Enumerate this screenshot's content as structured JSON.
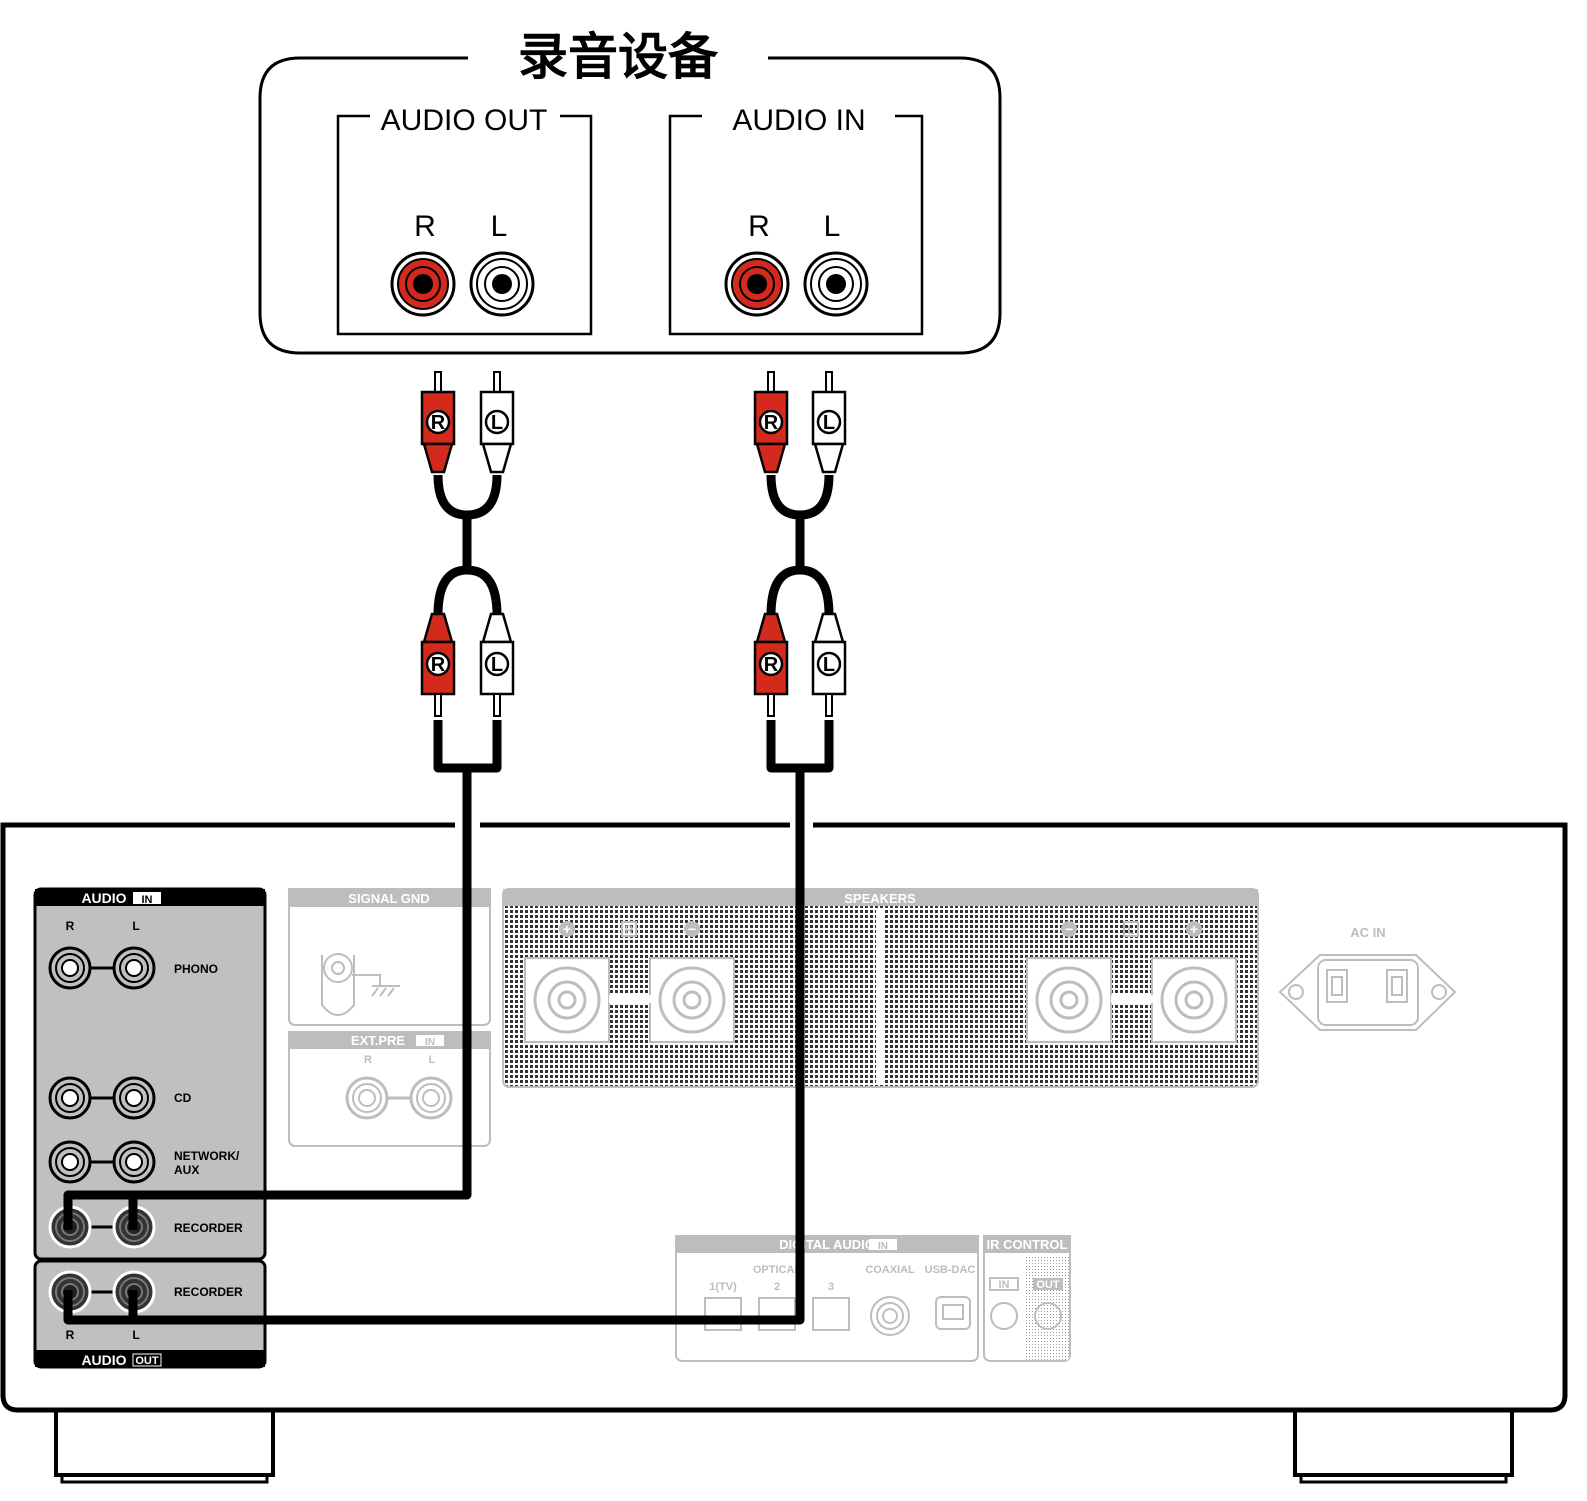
{
  "recorder": {
    "title": "录音设备",
    "audio_out": {
      "label": "AUDIO OUT",
      "r": "R",
      "l": "L"
    },
    "audio_in": {
      "label": "AUDIO IN",
      "r": "R",
      "l": "L"
    }
  },
  "plugs": {
    "r": "R",
    "l": "L"
  },
  "amplifier": {
    "audio_in": {
      "title": "AUDIO",
      "badge": "IN",
      "r": "R",
      "l": "L",
      "inputs": [
        "PHONO",
        "CD",
        "NETWORK/",
        "AUX",
        "RECORDER"
      ]
    },
    "audio_out": {
      "title": "AUDIO",
      "badge": "OUT",
      "label": "RECORDER",
      "r": "R",
      "l": "L"
    },
    "signal_gnd": "SIGNAL GND",
    "ext_pre": {
      "title": "EXT.PRE",
      "badge": "IN",
      "r": "R",
      "l": "L"
    },
    "speakers": {
      "title": "SPEAKERS",
      "plus": "+",
      "minus": "−",
      "r": "R",
      "l": "L"
    },
    "ac_in": "AC IN",
    "digital_audio": {
      "title": "DIGITAL AUDIO",
      "badge": "IN",
      "optical": "OPTICAL",
      "ports": [
        "1(TV)",
        "2",
        "3"
      ],
      "coaxial": "COAXIAL",
      "usb_dac": "USB-DAC"
    },
    "ir_control": {
      "title": "IR CONTROL",
      "in": "IN",
      "out": "OUT"
    }
  },
  "colors": {
    "red": "#d42a1e",
    "black": "#000000",
    "panel_gray": "#c0c0c0",
    "faded": "#bdbdbd"
  }
}
